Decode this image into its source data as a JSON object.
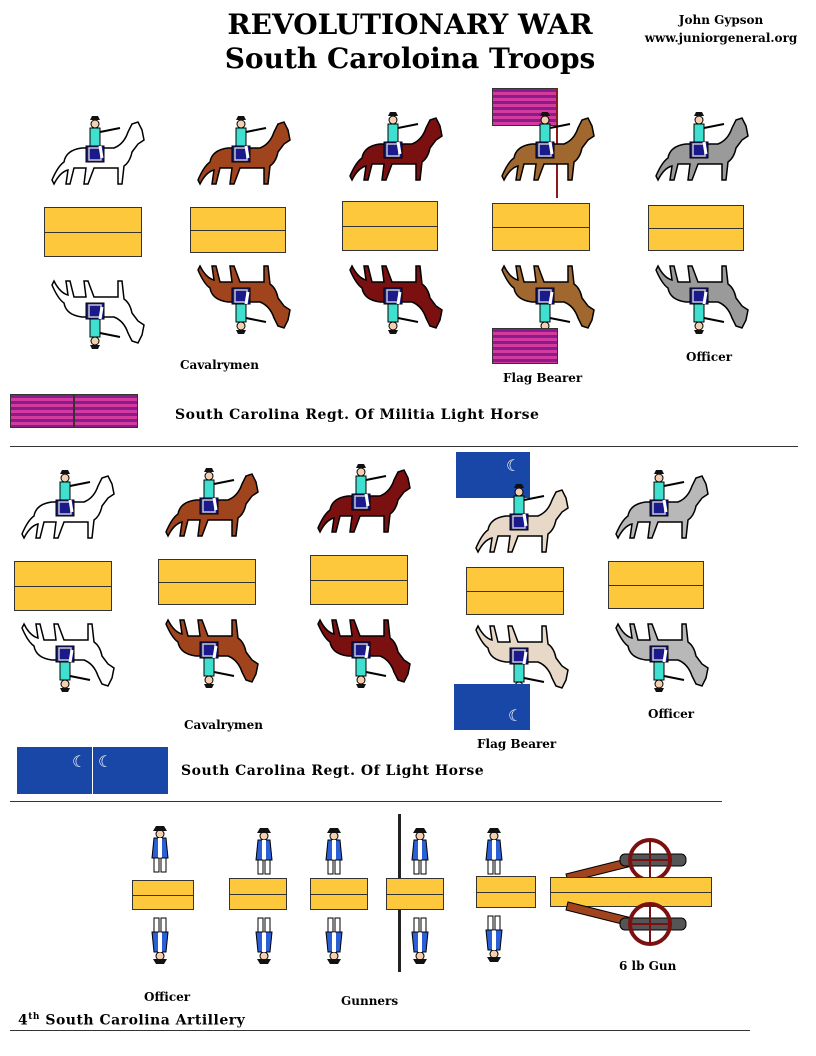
{
  "header": {
    "title_line1": "REVOLUTIONARY WAR",
    "title_line2": "South Caroloina Troops",
    "author": "John Gypson",
    "website": "www.juniorgeneral.org"
  },
  "section1": {
    "cavalrymen_label": "Cavalrymen",
    "flag_bearer_label": "Flag Bearer",
    "officer_label": "Officer",
    "regiment_name": "South Carolina Regt. Of Militia Light Horse"
  },
  "section2": {
    "cavalrymen_label": "Cavalrymen",
    "flag_bearer_label": "Flag Bearer",
    "officer_label": "Officer",
    "regiment_name": "South Carolina Regt. Of Light Horse"
  },
  "section3": {
    "officer_label": "Officer",
    "gunners_label": "Gunners",
    "gun_label": "6 lb Gun",
    "regiment_number": "4",
    "regiment_suffix": "th",
    "regiment_rest": " South Carolina Artillery"
  },
  "colors": {
    "base": "#fec83c",
    "uniform_light_blue": "#40e0d0",
    "uniform_blue": "#2a5fd6",
    "horse_white": "#ffffff",
    "horse_brown": "#a0441e",
    "horse_maroon": "#7a1010",
    "horse_tan": "#a0672e",
    "horse_grey": "#9a9a9a",
    "flag_militia": "#b0279e",
    "flag_light_horse": "#1847a8"
  }
}
